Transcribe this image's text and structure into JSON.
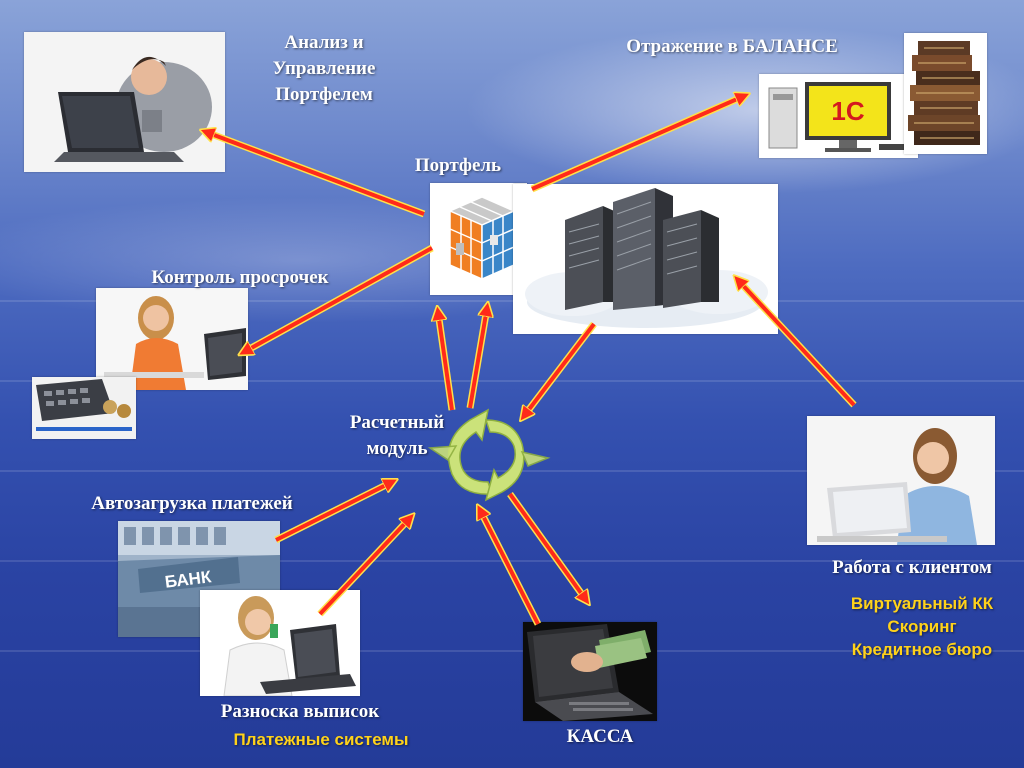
{
  "labels": {
    "analysis_line1": "Анализ и",
    "analysis_line2": "Управление",
    "analysis_line3": "Портфелем",
    "balance": "Отражение в БАЛАНСЕ",
    "portfolio": "Портфель",
    "overdue_control": "Контроль просрочек",
    "settlement_line1": "Расчетный",
    "settlement_line2": "модуль",
    "autoload": "Автозагрузка платежей",
    "client_work": "Работа с клиентом",
    "statements": "Разноска выписок",
    "cash": "КАССА"
  },
  "sublabels": {
    "virtual_cc": "Виртуальный КК",
    "scoring": "Скоринг",
    "credit_bureau": "Кредитное бюро",
    "payment_systems": "Платежные системы"
  },
  "images": {
    "bank_sign": "БАНК",
    "onec_logo": "1С"
  },
  "colors": {
    "background_top": "#8aa3d8",
    "background_bottom": "#243b98",
    "label_text": "#ffffff",
    "sublabel_text": "#ffd21a",
    "arrow_red": "#ff2a1a",
    "arrow_border_yellow": "#ffe14a",
    "cycle_green": "#cbe27a"
  }
}
